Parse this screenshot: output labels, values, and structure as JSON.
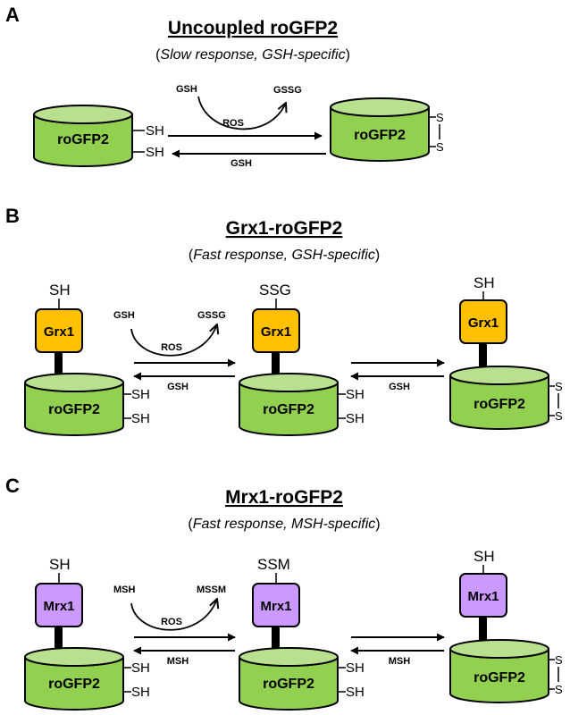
{
  "colors": {
    "cylinder": "#92D050",
    "cylinder_top": "#B9E08F",
    "grx": "#FFC000",
    "mrx": "#CC99FF",
    "stroke": "#000000"
  },
  "panelA": {
    "letter": "A",
    "title": "Uncoupled roGFP2",
    "subtitle_open": "(",
    "subtitle_italic": "Slow response, GSH-specific",
    "subtitle_close": ")",
    "left_label": "roGFP2",
    "right_label": "roGFP2",
    "sh": "SH",
    "s": "S",
    "in_species": "GSH",
    "out_species": "GSSG",
    "oxidant": "ROS",
    "reverse": "GSH"
  },
  "panelB": {
    "letter": "B",
    "title": "Grx1-roGFP2",
    "subtitle_open": "(",
    "subtitle_italic": "Fast response, GSH-specific",
    "subtitle_close": ")",
    "enzyme": "Grx1",
    "sensor": "roGFP2",
    "sh": "SH",
    "s": "S",
    "top1": "SH",
    "top2": "SSG",
    "top3": "SH",
    "in_species": "GSH",
    "out_species": "GSSG",
    "oxidant": "ROS",
    "reverse1": "GSH",
    "reverse2": "GSH"
  },
  "panelC": {
    "letter": "C",
    "title": "Mrx1-roGFP2",
    "subtitle_open": "(",
    "subtitle_italic": "Fast response, MSH-specific",
    "subtitle_close": ")",
    "enzyme": "Mrx1",
    "sensor": "roGFP2",
    "sh": "SH",
    "s": "S",
    "top1": "SH",
    "top2": "SSM",
    "top3": "SH",
    "in_species": "MSH",
    "out_species": "MSSM",
    "oxidant": "ROS",
    "reverse1": "MSH",
    "reverse2": "MSH"
  }
}
